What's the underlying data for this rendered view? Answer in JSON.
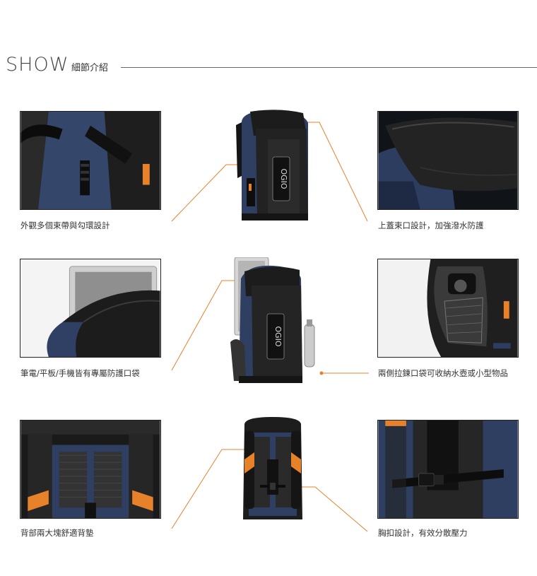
{
  "header": {
    "title_en": "SHOW",
    "title_zh": "細節介紹"
  },
  "features": [
    {
      "caption": "外觀多個束帶與勾環設計"
    },
    {
      "caption": "上蓋束口設計，加強潑水防護"
    },
    {
      "caption": "筆電/平板/手機皆有專屬防護口袋"
    },
    {
      "caption": "兩側拉鍊口袋可收納水壺或小型物品"
    },
    {
      "caption": "背部兩大塊舒適背墊"
    },
    {
      "caption": "胸扣設計，有效分散壓力"
    }
  ],
  "brand": {
    "logo_text": "OGIO"
  },
  "colors": {
    "accent": "#e8822a",
    "navy": "#2e3f62",
    "black": "#1c1c1c",
    "gray": "#555555"
  }
}
